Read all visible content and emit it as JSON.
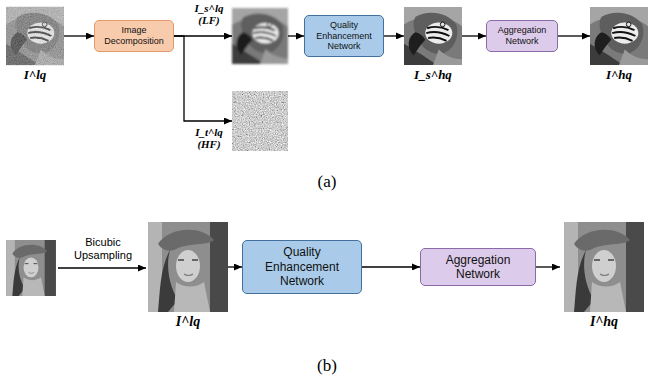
{
  "diagram": {
    "nodes": [
      {
        "text": [
          "I^lq"
        ]
      },
      {
        "text": [
          "Image Decomposition"
        ]
      },
      {
        "text": [
          "I_s^lq (LF)"
        ]
      },
      {
        "text": [
          "I_t^lq (HF)"
        ]
      },
      {
        "text": [
          "Quality Enhancement Network"
        ]
      },
      {
        "text": [
          "I_s^hq"
        ]
      },
      {
        "text": [
          "Aggregation Network"
        ]
      },
      {
        "text": [
          "I^hq"
        ]
      },
      {
        "text": [
          "I^lq"
        ]
      },
      {
        "text": [
          "Quality Enhancement Network"
        ]
      },
      {
        "text": [
          "Aggregation Network"
        ]
      },
      {
        "text": [
          "I^hq"
        ]
      }
    ],
    "edges": [
      {
        "from": 0,
        "to": 1,
        "arrow": "to"
      },
      {
        "from": 1,
        "to": 2,
        "arrow": "to"
      },
      {
        "from": 1,
        "to": 3,
        "arrow": "to"
      },
      {
        "from": 2,
        "to": 4,
        "arrow": "to"
      },
      {
        "from": 4,
        "to": 5,
        "arrow": "to"
      },
      {
        "from": 5,
        "to": 6,
        "arrow": "to"
      },
      {
        "from": 6,
        "to": 7,
        "arrow": "to"
      },
      {
        "from": 8,
        "to": 9,
        "arrow": "to"
      },
      {
        "from": 9,
        "to": 10,
        "arrow": "to"
      },
      {
        "from": 10,
        "to": 11,
        "arrow": "to"
      }
    ],
    "labels": [
      "Bicubic Upsampling",
      "(a)",
      "(b)"
    ]
  }
}
